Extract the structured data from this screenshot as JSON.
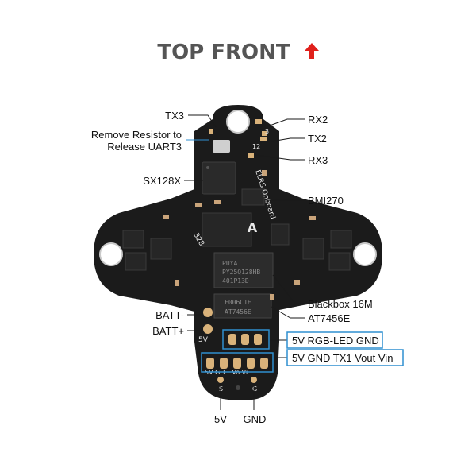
{
  "header": {
    "title": "TOP FRONT"
  },
  "labels": {
    "tx3": "TX3",
    "remove_resistor_line1": "Remove Resistor to",
    "remove_resistor_line2": "Release UART3",
    "sx128x": "SX128X",
    "batt_minus": "BATT-",
    "batt_plus": "BATT+",
    "rx2": "RX2",
    "tx2": "TX2",
    "rx3": "RX3",
    "bmi270": "BMI270",
    "blackbox": "Blackbox 16M",
    "at7456e": "AT7456E",
    "rgb_led_gnd": "5V RGB-LED GND",
    "uart_pads": "5V GND TX1 Vout Vin",
    "bottom_5v": "5V",
    "bottom_gnd": "GND"
  },
  "board": {
    "silkscreen": {
      "brand": "A",
      "version": "328",
      "side": "ELRS Onboard",
      "pad_5v": "5V",
      "pads_row": "5V  G  T1 Vo  Vi",
      "pad_s": "S",
      "pad_g": "G",
      "n12": "12",
      "n3": "3"
    },
    "chips": {
      "flash_brand": "PUYA",
      "flash_line1": "PY25Q128HB",
      "flash_line2": "401P13D",
      "osd_line1": "F006C1E",
      "osd_line2": "AT7456E"
    }
  },
  "colors": {
    "title": "#555555",
    "arrow": "#e0201b",
    "pcb": "#1b1b1b",
    "highlight_box": "#2f8fd0",
    "pad_gold": "#d9b27a"
  }
}
